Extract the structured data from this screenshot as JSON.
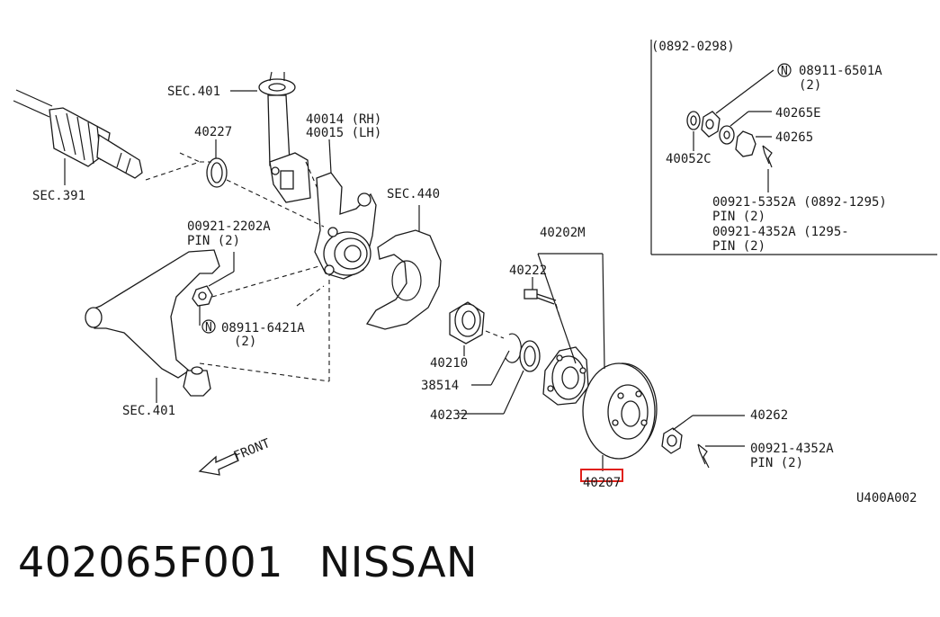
{
  "diagram": {
    "labels": {
      "sec401_top": "SEC.401",
      "p40014": "40014 (RH)",
      "p40015": "40015 (LH)",
      "p40227": "40227",
      "sec391": "SEC.391",
      "sec440": "SEC.440",
      "pin2202a": "00921-2202A",
      "pin2202a_sub": "PIN (2)",
      "nut6421a": "08911-6421A",
      "nut6421a_sub": "(2)",
      "sec401_bottom": "SEC.401",
      "front": "FRONT",
      "p40202m": "40202M",
      "p40222": "40222",
      "p40210": "40210",
      "p38514": "38514",
      "p40232": "40232",
      "p40262": "40262",
      "pin4352a": "00921-4352A",
      "pin4352a_sub": "PIN (2)",
      "p40207": "40207",
      "code": "U400A002"
    },
    "inset": {
      "date_range": "(0892-0298)",
      "nut6501a": "08911-6501A",
      "nut6501a_sub": "(2)",
      "p40265e": "40265E",
      "p40265": "40265",
      "p40052c": "40052C",
      "pin5352a": "00921-5352A (0892-1295)",
      "pin5352a_sub": "PIN (2)",
      "pin4352a_b": "00921-4352A (1295-",
      "pin4352a_b_sub": "PIN (2)"
    },
    "n_symbol": "N"
  },
  "footer": {
    "part_number": "402065F001",
    "brand": "NISSAN"
  },
  "colors": {
    "line": "#1a1a1a",
    "highlight": "#e0201a"
  }
}
